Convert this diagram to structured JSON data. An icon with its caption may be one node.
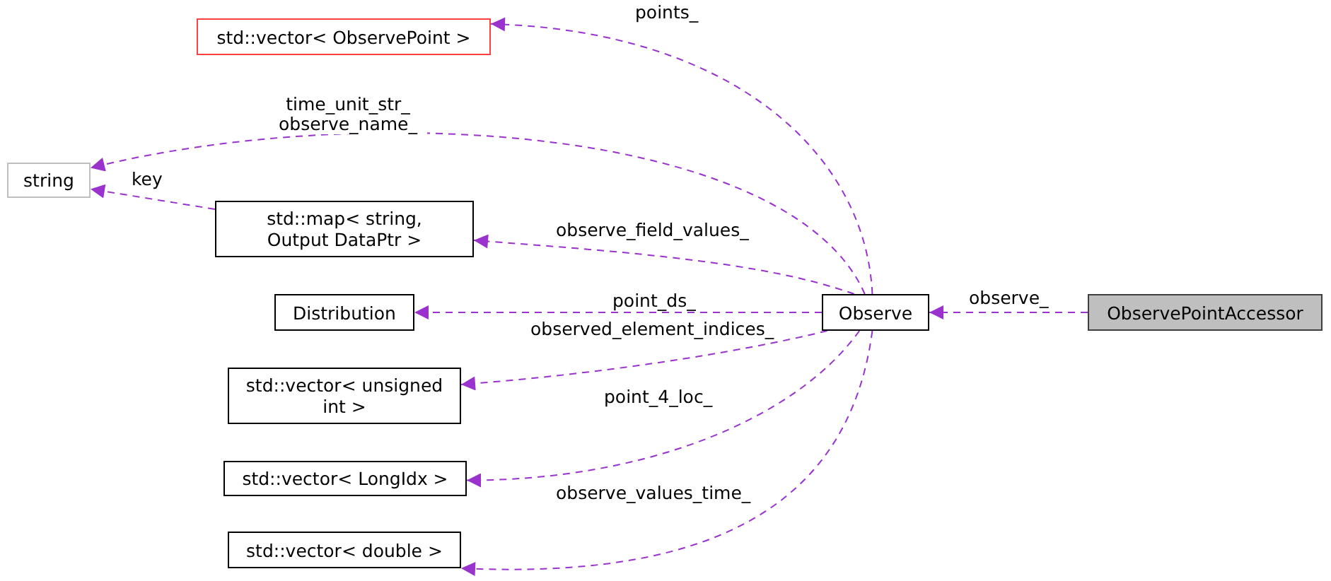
{
  "diagram": {
    "nodes": [
      {
        "text": [
          "std::vector< ObservePoint >"
        ]
      },
      {
        "text": [
          "string"
        ]
      },
      {
        "text": [
          "std::map< string, Output DataPtr >"
        ]
      },
      {
        "text": [
          "Distribution"
        ]
      },
      {
        "text": [
          "std::vector< unsigned int >"
        ]
      },
      {
        "text": [
          "std::vector< LongIdx >"
        ]
      },
      {
        "text": [
          "std::vector< double >"
        ]
      },
      {
        "text": [
          "Observe"
        ]
      },
      {
        "text": [
          "ObservePointAccessor"
        ]
      }
    ],
    "edges": [
      {
        "from": 7,
        "to": 0,
        "arrow": "to",
        "label": "points_",
        "style": "dashed"
      },
      {
        "from": 7,
        "to": 1,
        "arrow": "to",
        "label": "time_unit_str_ observe_name_",
        "style": "dashed"
      },
      {
        "from": 2,
        "to": 1,
        "arrow": "to",
        "label": "key",
        "style": "dashed"
      },
      {
        "from": 7,
        "to": 2,
        "arrow": "to",
        "label": "observe_field_values_",
        "style": "dashed"
      },
      {
        "from": 7,
        "to": 3,
        "arrow": "to",
        "label": "point_ds_",
        "style": "dashed"
      },
      {
        "from": 7,
        "to": 4,
        "arrow": "to",
        "label": "observed_element_indices_",
        "style": "dashed"
      },
      {
        "from": 7,
        "to": 5,
        "arrow": "to",
        "label": "point_4_loc_",
        "style": "dashed"
      },
      {
        "from": 7,
        "to": 6,
        "arrow": "to",
        "label": "observe_values_time_",
        "style": "dashed"
      },
      {
        "from": 8,
        "to": 7,
        "arrow": "to",
        "label": "observe_",
        "style": "dashed"
      }
    ]
  }
}
